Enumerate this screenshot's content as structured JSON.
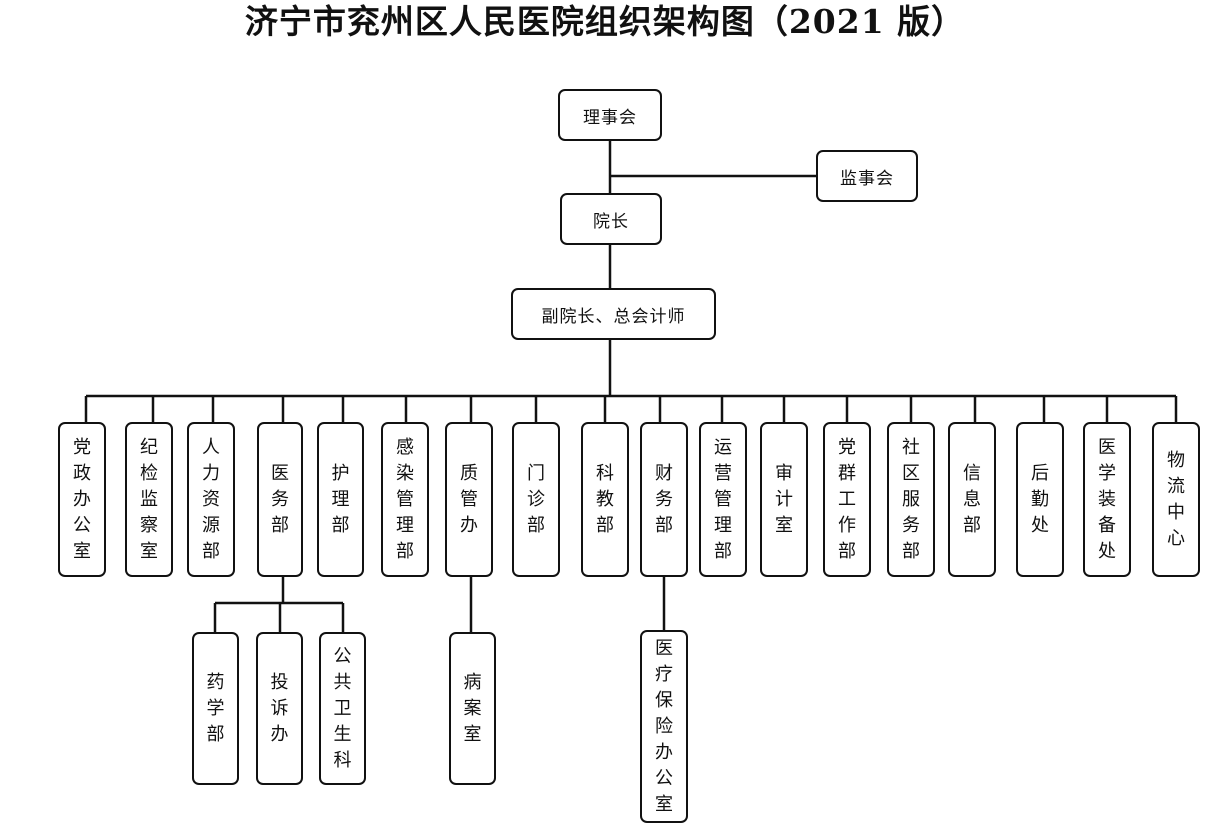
{
  "title": "济宁市兖州区人民医院组织架构图（2021 版）",
  "nodes": {
    "board": "理事会",
    "supervisory": "监事会",
    "president": "院长",
    "vice": "副院长、总会计师",
    "departments": [
      "党政办公室",
      "纪检监察室",
      "人力资源部",
      "医务部",
      "护理部",
      "感染管理部",
      "质管办",
      "门诊部",
      "科教部",
      "财务部",
      "运营管理部",
      "审计室",
      "党群工作部",
      "社区服务部",
      "信息部",
      "后勤处",
      "医学装备处",
      "物流中心"
    ],
    "medical_sub": [
      "药学部",
      "投诉办",
      "公共卫生科"
    ],
    "quality_sub": [
      "病案室"
    ],
    "finance_sub": [
      "医疗保险办公室"
    ]
  }
}
